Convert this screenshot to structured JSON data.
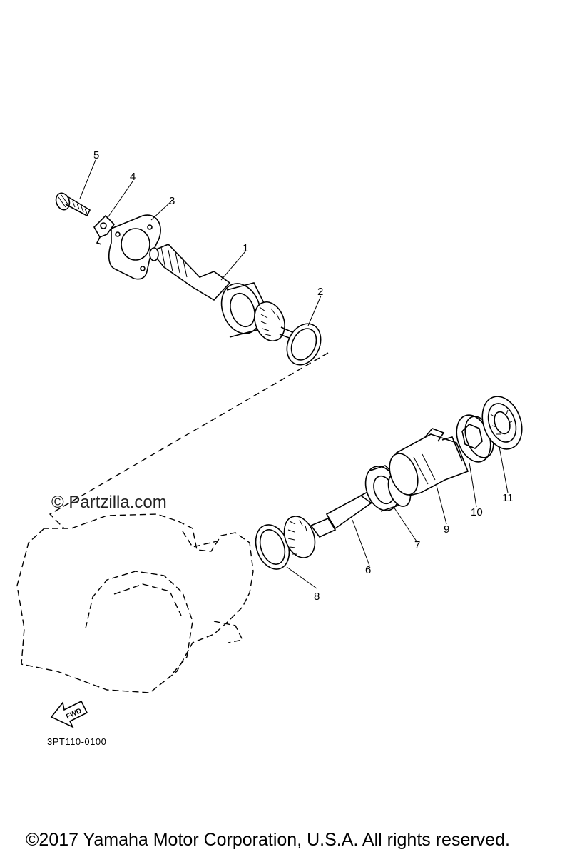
{
  "watermark": "© Partzilla.com",
  "diagram_code": "3PT110-0100",
  "copyright": "©2017 Yamaha Motor Corporation, U.S.A. All rights reserved.",
  "fwd_label": "FWD",
  "callouts": [
    "1",
    "2",
    "3",
    "4",
    "5",
    "6",
    "7",
    "8",
    "9",
    "10",
    "11"
  ]
}
